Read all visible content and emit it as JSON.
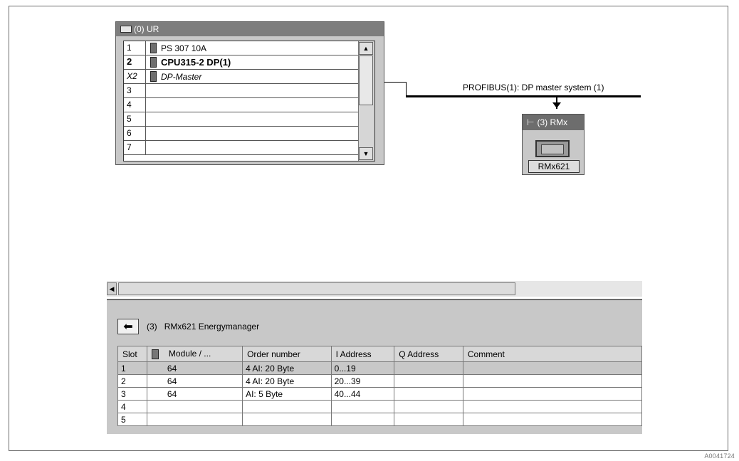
{
  "rack": {
    "title": "(0) UR",
    "rows": [
      {
        "slot": "1",
        "module": "PS 307 10A",
        "style": "normal"
      },
      {
        "slot": "2",
        "module": "CPU315-2 DP(1)",
        "style": "bold"
      },
      {
        "slot": "X2",
        "module": "DP-Master",
        "style": "italic"
      },
      {
        "slot": "3",
        "module": "",
        "style": "normal"
      },
      {
        "slot": "4",
        "module": "",
        "style": "normal"
      },
      {
        "slot": "5",
        "module": "",
        "style": "normal"
      },
      {
        "slot": "6",
        "module": "",
        "style": "normal"
      },
      {
        "slot": "7",
        "module": "",
        "style": "normal"
      }
    ]
  },
  "profibus": {
    "label": "PROFIBUS(1): DP master system (1)",
    "slave_title": "(3) RMx",
    "slave_label": "RMx621"
  },
  "detail": {
    "title_num": "(3)",
    "title_text": "RMx621 Energymanager",
    "headers": [
      "Slot",
      "Module / ...",
      "Order number",
      "I Address",
      "Q Address",
      "Comment"
    ],
    "rows": [
      [
        "1",
        "64",
        "4 AI:   20 Byte",
        "0...19",
        "",
        ""
      ],
      [
        "2",
        "64",
        "4 AI:   20 Byte",
        "20...39",
        "",
        ""
      ],
      [
        "3",
        "64",
        "AI:    5 Byte",
        "40...44",
        "",
        ""
      ],
      [
        "4",
        "",
        "",
        "",
        "",
        ""
      ],
      [
        "5",
        "",
        "",
        "",
        "",
        ""
      ]
    ]
  },
  "figure_id": "A0041724"
}
